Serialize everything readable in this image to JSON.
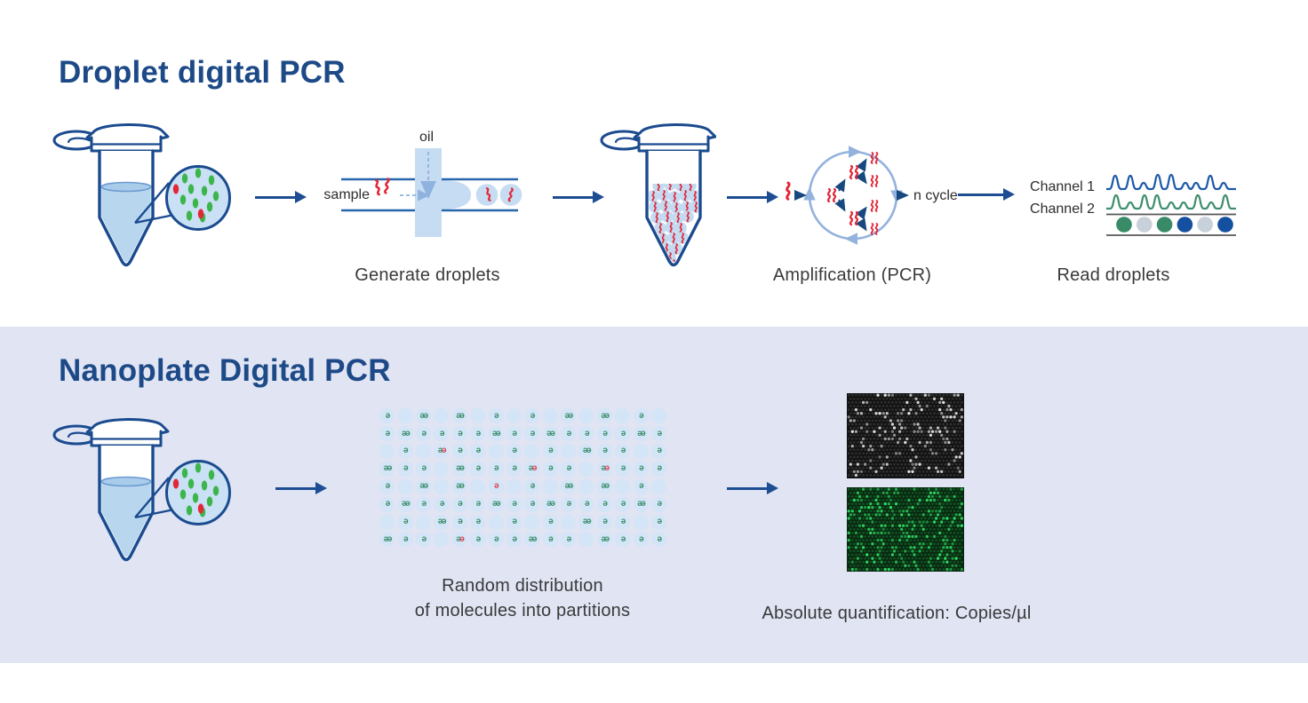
{
  "colors": {
    "brand_navy": "#1d4a87",
    "outline_navy": "#1b4b8f",
    "arrow_navy": "#1d4d92",
    "light_blue_fill": "#c6dcf2",
    "liquid_blue": "#b9d6ef",
    "section_background": "#e0e4f3",
    "partition_circle": "#d3e5f6",
    "cycle_circle_blue": "#93b2dd",
    "molecule_green": "#3cb54a",
    "molecule_red": "#e32638",
    "partition_green": "#3f9070",
    "partition_red": "#e0455a",
    "trace_blue": "#1e5aa8",
    "trace_green": "#3f8f6d",
    "droplet_dot_green": "#398a66",
    "droplet_dot_gray": "#c8d0d9",
    "droplet_dot_blue": "#154fa0",
    "caption_gray": "#3a3a3a",
    "plate1_speck": "#e2e2e2",
    "plate2_speck": "#32dd66"
  },
  "droplet_section": {
    "title": "Droplet digital PCR",
    "oil_label": "oil",
    "sample_label": "sample",
    "n_cycle_label": "n cycle",
    "generate_caption": "Generate droplets",
    "amplification_caption": "Amplification (PCR)",
    "read_caption": "Read droplets",
    "channel1_label": "Channel 1",
    "channel2_label": "Channel 2",
    "readout": {
      "channel1_peaks": [
        [
          12,
          15
        ],
        [
          29,
          15
        ],
        [
          44,
          7
        ],
        [
          60,
          16
        ],
        [
          75,
          16
        ],
        [
          91,
          7
        ],
        [
          103,
          7
        ],
        [
          119,
          15
        ],
        [
          134,
          7
        ]
      ],
      "channel2_peaks": [
        [
          13,
          15
        ],
        [
          29,
          7
        ],
        [
          45,
          15
        ],
        [
          59,
          15
        ],
        [
          75,
          7
        ],
        [
          89,
          7
        ],
        [
          105,
          15
        ],
        [
          120,
          7
        ],
        [
          136,
          15
        ]
      ],
      "droplet_colors": [
        "green",
        "gray",
        "green",
        "blue",
        "gray",
        "blue"
      ]
    }
  },
  "nanoplate_section": {
    "title": "Nanoplate Digital PCR",
    "distribution_caption_line1": "Random distribution",
    "distribution_caption_line2": "of molecules into partitions",
    "quantification_caption": "Absolute quantification: Copies/µl",
    "partition_grid": {
      "rows": 8,
      "cols": 16,
      "pattern": [
        "g.G.G.g.g.G.G.g.",
        "gGggggGggGggggGg",
        ".g.Rgg.g.g.Ggg.g",
        "Ggg.GgggRgg.Rggg",
        "g.G.G.r.g.G.G.g.",
        "gGggggGggGggggGg",
        ".g.Ggg.g.g.Ggg.g",
        "Ggg.RgggGgg.Gggg"
      ]
    }
  }
}
